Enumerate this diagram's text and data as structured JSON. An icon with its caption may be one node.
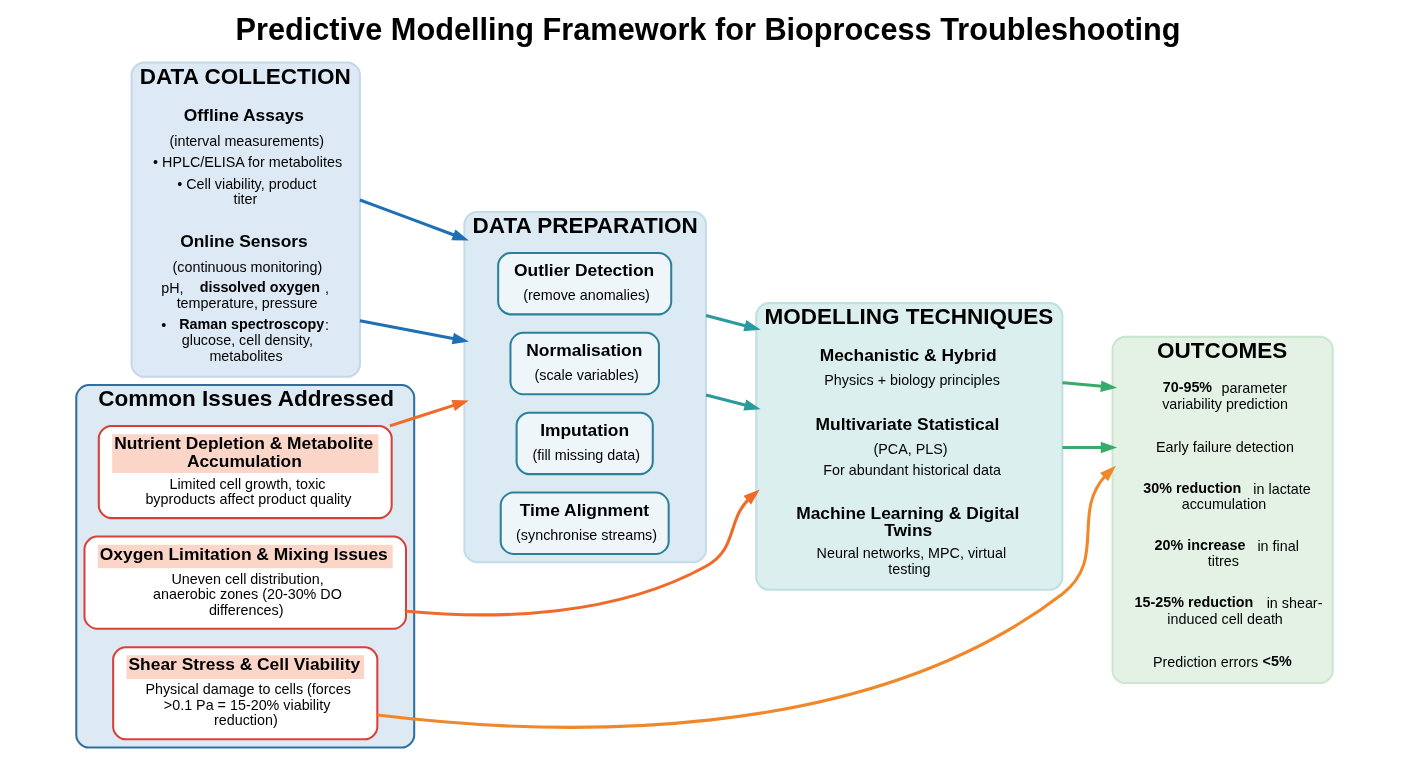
{
  "diagram": {
    "title": "Predictive Modelling Framework for Bioprocess Troubleshooting",
    "nodes": [
      {
        "text": [
          "DATA COLLECTION"
        ]
      },
      {
        "text": [
          "Online Sensors",
          "(continuous monitoring)",
          "pH, **dissolved oxygen**, temperature, pressure",
          "• **Raman spectroscopy**: glucose, cell density, metabolites"
        ],
        "in": 0
      },
      {
        "text": [
          "Offline Assays",
          "(interval measurements)",
          "• HPLC/ELISA for metabolites",
          "• Cell viability, product titer"
        ],
        "in": 0
      },
      {
        "text": [
          "DATA PREPARATION"
        ]
      },
      {
        "text": [
          "Normalisation",
          "(scale variables)"
        ],
        "in": 3
      },
      {
        "text": [
          "Outlier Detection",
          "(remove anomalies)"
        ],
        "in": 3
      },
      {
        "text": [
          "Imputation",
          "(fill missing data)"
        ],
        "in": 3
      },
      {
        "text": [
          "Time Alignment",
          "(synchronise streams)"
        ],
        "in": 3
      },
      {
        "text": [
          "MODELLING TECHNIQUES"
        ]
      },
      {
        "text": [
          "Multivariate Statistical",
          "(PCA, PLS)",
          "For abundant historical data"
        ],
        "in": 8
      },
      {
        "text": [
          "Mechanistic & Hybrid",
          "Physics + biology principles"
        ],
        "in": 8
      },
      {
        "text": [
          "Machine Learning & Digital Twins",
          "Neural networks, MPC, virtual testing"
        ],
        "in": 8
      },
      {
        "text": [
          "OUTCOMES"
        ]
      },
      {
        "text": [
          "Early failure detection"
        ],
        "in": 12
      },
      {
        "text": [
          "**70-95%** parameter variability prediction"
        ],
        "in": 12
      },
      {
        "text": [
          "**30% reduction** in lactate accumulation"
        ],
        "in": 12
      },
      {
        "text": [
          "**20% increase** in final titres"
        ],
        "in": 12
      },
      {
        "text": [
          "**15-25% reduction** in shear-induced cell death"
        ],
        "in": 12
      },
      {
        "text": [
          "Prediction errors **<5%**"
        ],
        "in": 12
      },
      {
        "text": [
          "Common Issues Addressed"
        ]
      },
      {
        "text": [
          "Nutrient Depletion & Metabolite Accumulation",
          "Limited cell growth, toxic byproducts affect product quality"
        ],
        "in": 19
      },
      {
        "text": [
          "Oxygen Limitation & Mixing Issues",
          "Uneven cell distribution, anaerobic zones (20-30% DO differences)"
        ],
        "in": 19
      },
      {
        "text": [
          "Shear Stress & Cell Viability",
          "Physical damage to cells (forces >0.1 Pa = 15-20% viability reduction)"
        ],
        "in": 19
      }
    ],
    "edges": [
      {
        "from": 0,
        "to": 3,
        "arrow": "to",
        "color": "#1f6fb5"
      },
      {
        "from": 0,
        "to": 3,
        "arrow": "to",
        "color": "#1f6fb5"
      },
      {
        "from": 3,
        "to": 8,
        "arrow": "to",
        "color": "#2a9a9a"
      },
      {
        "from": 3,
        "to": 8,
        "arrow": "to",
        "color": "#2a9a9a"
      },
      {
        "from": 8,
        "to": 12,
        "arrow": "to",
        "color": "#3aaa6a"
      },
      {
        "from": 8,
        "to": 12,
        "arrow": "to",
        "color": "#3aaa6a"
      },
      {
        "from": 20,
        "to": 3,
        "arrow": "to",
        "color": "#f06a2a"
      },
      {
        "from": 21,
        "to": 8,
        "arrow": "to",
        "color": "#f06a2a"
      },
      {
        "from": 22,
        "to": 12,
        "arrow": "to",
        "color": "#f0882a"
      }
    ]
  }
}
